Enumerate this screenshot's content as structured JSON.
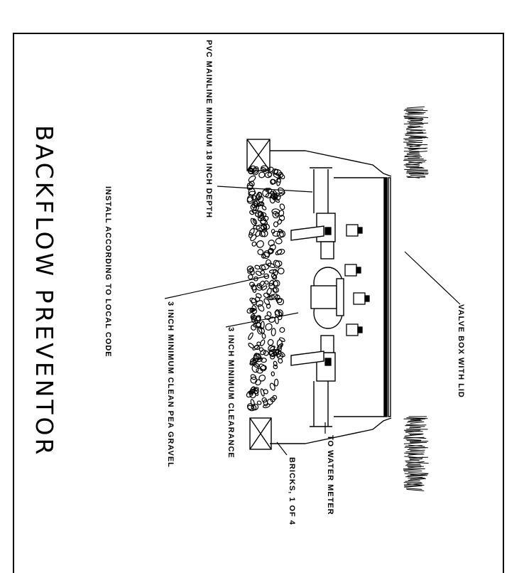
{
  "title": "BACKFLOW PREVENTOR",
  "labels": {
    "valve_box": "VALVE BOX WITH LID",
    "to_water_meter": "TO WATER METER",
    "bricks": "BRICKS, 1 OF 4",
    "clearance": "3 INCH MINIMUM CLEARANCE",
    "pea_gravel": "3 INCH MINIMUM CLEAN PEA GRAVEL",
    "mainline": "PVC MAINLINE MINIMUM 18 INCH DEPTH",
    "install": "INSTALL ACCORDING TO LOCAL CODE"
  },
  "colors": {
    "ink": "#000000",
    "background": "#ffffff"
  }
}
